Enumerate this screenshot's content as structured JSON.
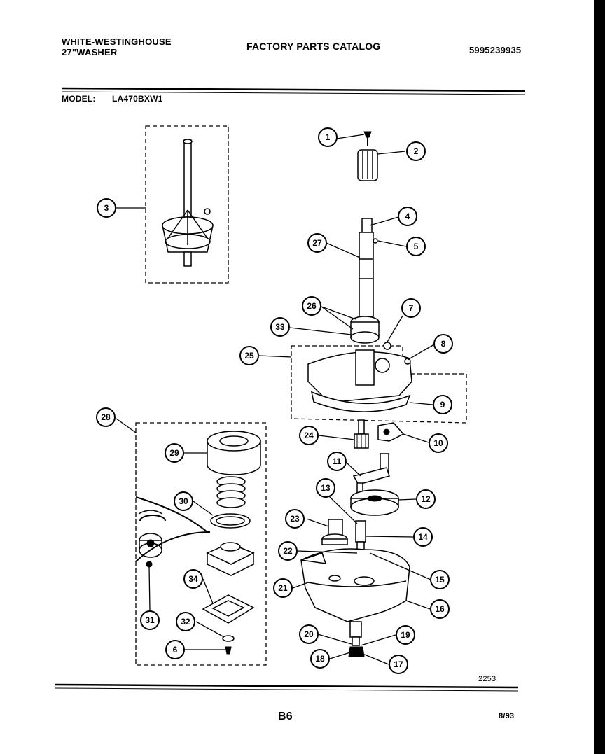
{
  "header": {
    "brand_line1": "WHITE-WESTINGHOUSE",
    "brand_line2": "27\"WASHER",
    "catalog_title": "FACTORY PARTS CATALOG",
    "catalog_number": "5995239935"
  },
  "model": {
    "label": "MODEL:",
    "value": "LA470BXW1"
  },
  "callouts": [
    "1",
    "2",
    "3",
    "4",
    "5",
    "6",
    "7",
    "8",
    "9",
    "10",
    "11",
    "12",
    "13",
    "14",
    "15",
    "16",
    "17",
    "18",
    "19",
    "20",
    "21",
    "22",
    "23",
    "24",
    "25",
    "26",
    "27",
    "28",
    "29",
    "30",
    "31",
    "32",
    "33",
    "34"
  ],
  "footer": {
    "figure_number": "2253",
    "page_code": "B6",
    "date": "8/93"
  }
}
